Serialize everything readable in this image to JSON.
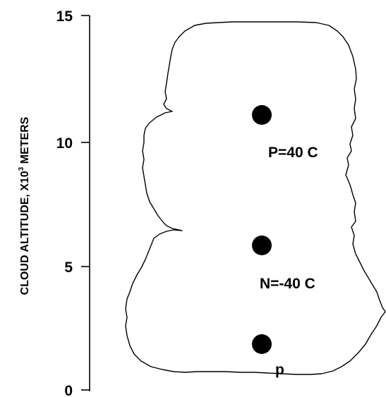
{
  "axis": {
    "title_prefix": "CLOUD ALTITUDE, X10",
    "title_superscript": "3",
    "title_suffix": " METERS",
    "ticks": [
      {
        "value": 0,
        "label": "0"
      },
      {
        "value": 5,
        "label": "5"
      },
      {
        "value": 10,
        "label": "10"
      },
      {
        "value": 15,
        "label": "15"
      }
    ],
    "range": [
      0,
      15
    ]
  },
  "charges": [
    {
      "id": "upper-positive",
      "altitude_km": 11.0,
      "label": "P=40 C"
    },
    {
      "id": "main-negative",
      "altitude_km": 5.8,
      "label": "N=-40 C"
    },
    {
      "id": "lower-positive",
      "altitude_km": 1.8,
      "label": "p"
    }
  ],
  "colors": {
    "ink": "#000000",
    "background": "#ffffff"
  }
}
